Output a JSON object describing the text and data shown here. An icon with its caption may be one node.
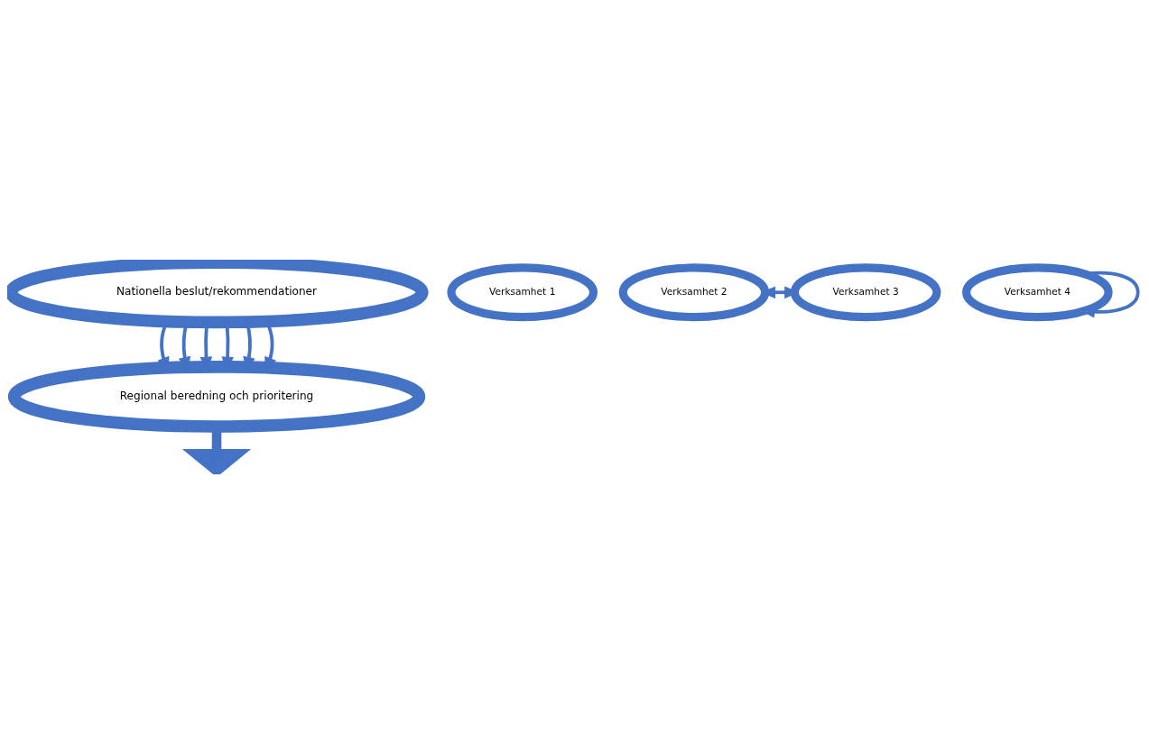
{
  "diagram": {
    "nodes": [
      {
        "text": [
          "Nationella beslut/rekommendationer"
        ]
      },
      {
        "text": [
          "Regional beredning och prioritering"
        ]
      },
      {
        "text": [
          "Verksamhet 1"
        ]
      },
      {
        "text": [
          "Verksamhet 2"
        ]
      },
      {
        "text": [
          "Verksamhet 3"
        ]
      },
      {
        "text": [
          "Verksamhet 4"
        ]
      }
    ],
    "edges": [
      {
        "from": 0,
        "to": 1,
        "arrow": "to"
      },
      {
        "from": 0,
        "to": 1,
        "arrow": "to"
      },
      {
        "from": 0,
        "to": 1,
        "arrow": "to"
      },
      {
        "from": 0,
        "to": 1,
        "arrow": "to"
      },
      {
        "from": 0,
        "to": 1,
        "arrow": "to"
      },
      {
        "from": 0,
        "to": 1,
        "arrow": "to"
      },
      {
        "from": 1,
        "to": null,
        "arrow": "to",
        "style": "thick"
      },
      {
        "from": 3,
        "to": 4,
        "arrow": "both"
      },
      {
        "from": 5,
        "to": 5,
        "arrow": "to"
      }
    ]
  }
}
